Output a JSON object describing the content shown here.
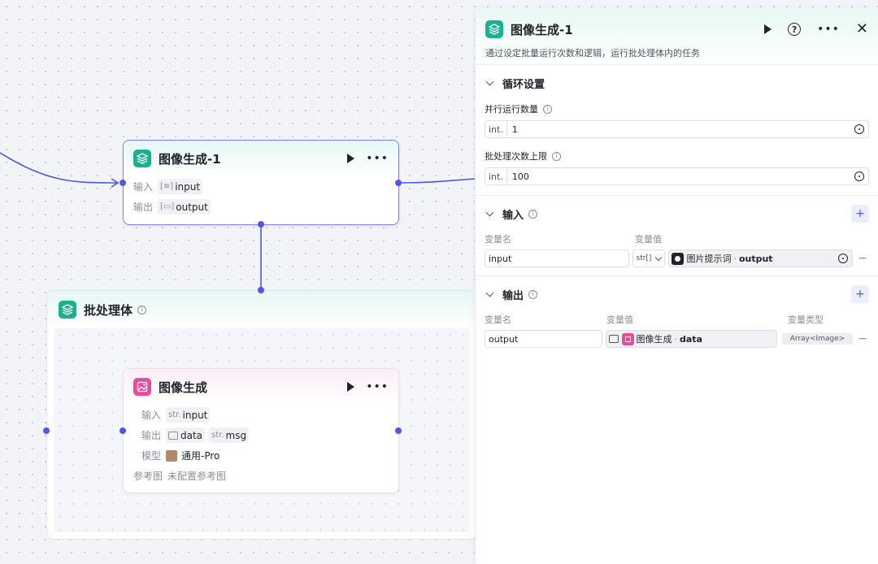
{
  "canvas": {
    "loop_node": {
      "title": "图像生成-1",
      "input_label": "输入",
      "input_var": "input",
      "output_label": "输出",
      "output_var": "output"
    },
    "batch_container": {
      "title": "批处理体"
    },
    "image_node": {
      "title": "图像生成",
      "input_label": "输入",
      "input_type": "str.",
      "input_var": "input",
      "output_label": "输出",
      "output_var1": "data",
      "output_type2": "str.",
      "output_var2": "msg",
      "model_label": "模型",
      "model_value": "通用-Pro",
      "ref_label": "参考图",
      "ref_value": "未配置参考图"
    }
  },
  "panel": {
    "title": "图像生成-1",
    "description": "通过设定批量运行次数和逻辑，运行批处理体内的任务",
    "loop_section": {
      "title": "循环设置",
      "parallel_label": "并行运行数量",
      "parallel_type": "int.",
      "parallel_value": "1",
      "limit_label": "批处理次数上限",
      "limit_type": "int.",
      "limit_value": "100"
    },
    "input_section": {
      "title": "输入",
      "col_name": "变量名",
      "col_value": "变量值",
      "var_name": "input",
      "type_select": "str[]",
      "ref_source": "图片提示词",
      "ref_field": "output"
    },
    "output_section": {
      "title": "输出",
      "col_name": "变量名",
      "col_value": "变量值",
      "col_type": "变量类型",
      "var_name": "output",
      "ref_source": "图像生成",
      "ref_field": "data",
      "var_type": "Array<Image>"
    }
  },
  "colors": {
    "accent": "#4f57e6",
    "green_icon": "#18b38e",
    "pink_icon": "#e84d9c"
  }
}
